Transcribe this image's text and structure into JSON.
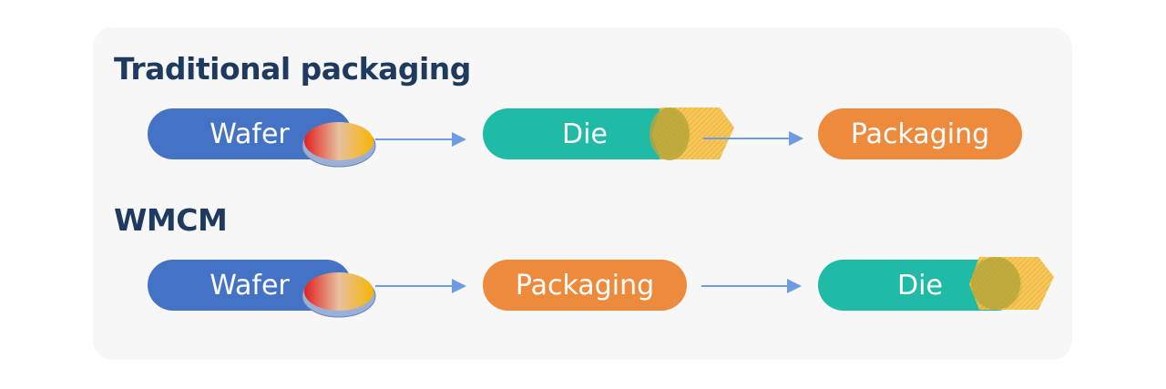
{
  "rows": [
    {
      "title": "Traditional packaging",
      "steps": [
        "Wafer",
        "Die",
        "Packaging"
      ]
    },
    {
      "title": "WMCM",
      "steps": [
        "Wafer",
        "Packaging",
        "Die"
      ]
    }
  ],
  "colors": {
    "wafer": "#4472c4",
    "die": "#1fbba6",
    "packaging": "#ed8a3c",
    "arrow": "#6f9be0",
    "title": "#1f3a5f"
  }
}
